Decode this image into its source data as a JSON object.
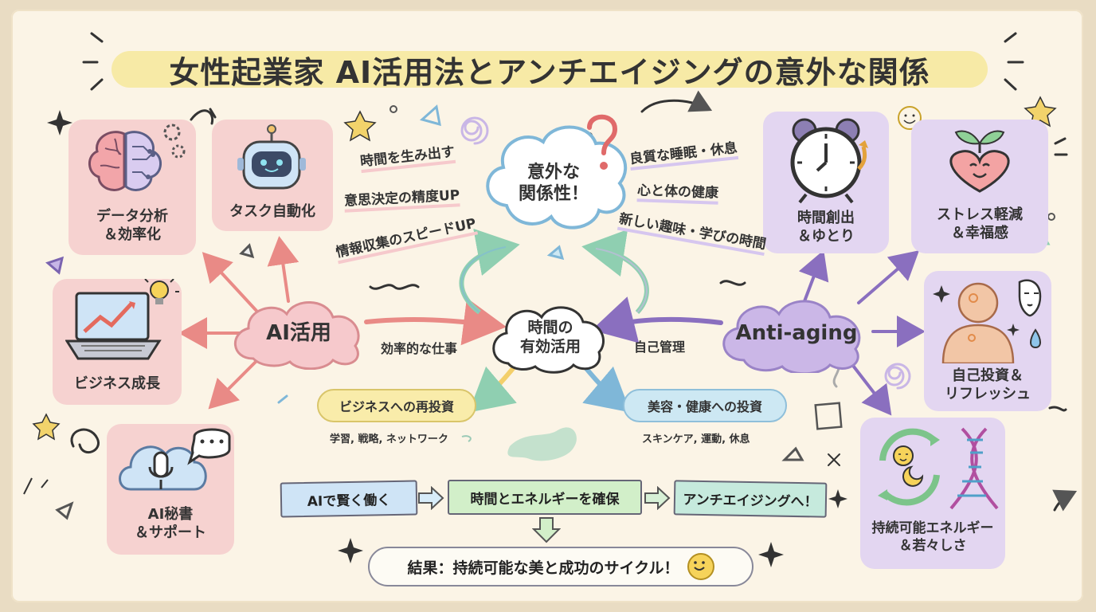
{
  "title": "女性起業家 AI活用法とアンチエイジングの意外な関係",
  "hubs": {
    "ai": "AI活用",
    "anti": "Anti-aging",
    "center": "時間の\n有効活用",
    "question": "意外な\n関係性！"
  },
  "ai_cards": {
    "data": "データ分析\n＆効率化",
    "task": "タスク自動化",
    "business": "ビジネス成長",
    "secretary": "AI秘書\n＆サポート"
  },
  "anti_cards": {
    "time": "時間創出\n＆ゆとり",
    "stress": "ストレス軽減\n＆幸福感",
    "invest": "自己投資＆\nリフレッシュ",
    "energy": "持続可能エネルギー\n＆若々しさ"
  },
  "left_benefits": [
    "時間を生み出す",
    "意思決定の精度UP",
    "情報収集のスピードUP"
  ],
  "right_benefits": [
    "良質な睡眠・休息",
    "心と体の健康",
    "新しい趣味・学びの時間"
  ],
  "connectors": {
    "efficient_work": "効率的な仕事",
    "self_management": "自己管理"
  },
  "reinvest": {
    "business": "ビジネスへの再投資",
    "business_sub": "学習, 戦略, ネットワーク",
    "beauty": "美容・健康への投資",
    "beauty_sub": "スキンケア, 運動, 休息"
  },
  "flow": [
    "AIで賢く働く",
    "時間とエネルギーを確保",
    "アンチエイジングへ！"
  ],
  "result": "結果：持続可能な美と成功のサイクル！",
  "colors": {
    "paper": "#fbf4e6",
    "title_highlight": "#f6e79a",
    "ai_pink": "#f6d2d0",
    "anti_purple": "#e3d6f1",
    "yellow_pill": "#f9ecaa",
    "blue_pill": "#cde8f3",
    "banner_blue": "#cfe4f6",
    "banner_green": "#d2efc9",
    "banner_teal": "#c6eadd"
  }
}
